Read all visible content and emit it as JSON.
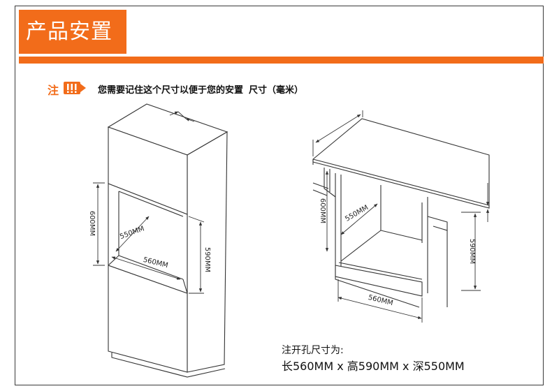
{
  "header": {
    "title": "产品安置"
  },
  "note": {
    "label": "注",
    "icon": "exclamation-icon",
    "text": "您需要记住这个尺寸以便于您的安置",
    "unit_text": "尺寸（毫米）"
  },
  "left_diagram": {
    "height_label": "600MM",
    "depth_label": "550MM",
    "width_label": "560MM",
    "inner_height_label": "590MM"
  },
  "right_diagram": {
    "height_label": "600MM",
    "depth_label": "550MM",
    "width_label": "560MM",
    "inner_height_label": "590MM"
  },
  "cutout": {
    "label": "注开孔尺寸为:",
    "dims": "长560MM x 高590MM x 深550MM"
  },
  "colors": {
    "accent": "#f26c1a",
    "line": "#333333"
  }
}
